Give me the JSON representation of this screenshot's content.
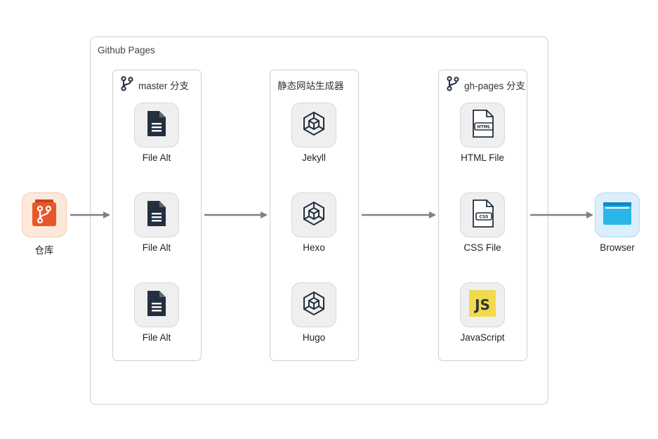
{
  "outer_group": {
    "title": "Github Pages"
  },
  "repository": {
    "label": "仓库",
    "icon": "git-repository-icon",
    "color": "#e8572a"
  },
  "browser": {
    "label": "Browser",
    "icon": "browser-window-icon",
    "color": "#29b7ea"
  },
  "groups": [
    {
      "title": "master 分支",
      "header_icon": "git-branch-icon",
      "items": [
        {
          "label": "File Alt",
          "icon": "file-alt-icon"
        },
        {
          "label": "File Alt",
          "icon": "file-alt-icon"
        },
        {
          "label": "File Alt",
          "icon": "file-alt-icon"
        }
      ]
    },
    {
      "title": "静态网站生成器",
      "header_icon": "",
      "items": [
        {
          "label": "Jekyll",
          "icon": "cube-icon"
        },
        {
          "label": "Hexo",
          "icon": "cube-icon"
        },
        {
          "label": "Hugo",
          "icon": "cube-icon"
        }
      ]
    },
    {
      "title": "gh-pages 分支",
      "header_icon": "git-branch-icon",
      "items": [
        {
          "label": "HTML File",
          "icon": "html-file-icon",
          "badge": "HTML"
        },
        {
          "label": "CSS File",
          "icon": "css-file-icon",
          "badge": "CSS"
        },
        {
          "label": "JavaScript",
          "icon": "javascript-icon",
          "badge": "JS",
          "badge_color": "#f0db4f"
        }
      ]
    }
  ],
  "colors": {
    "arrow": "#808080",
    "border": "#cfcfcf",
    "icon_dark": "#232f3e"
  }
}
